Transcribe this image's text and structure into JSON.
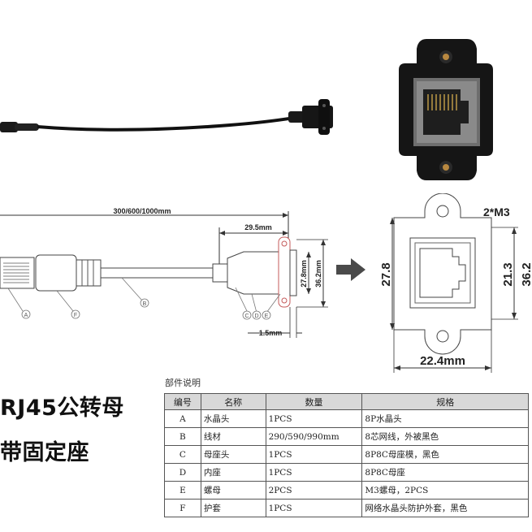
{
  "drawing": {
    "length_label": "300/600/1000mm",
    "dim_29_5": "29.5mm",
    "dim_27_8mm": "27.8mm",
    "dim_36_2mm": "36.2mm",
    "dim_1_5": "1.5mm",
    "markers": [
      "A",
      "F",
      "B",
      "C",
      "D",
      "E"
    ]
  },
  "front_view": {
    "screw_label": "2*M3",
    "dim_height_left": "27.8",
    "dim_height_right": "21.3",
    "dim_height_outer": "36.2",
    "dim_width": "22.4mm"
  },
  "product_title": {
    "line1": "RJ45公转母",
    "line2": "带固定座"
  },
  "parts_table": {
    "caption": "部件说明",
    "headers": [
      "编号",
      "名称",
      "数量",
      "规格"
    ],
    "rows": [
      {
        "id": "A",
        "name": "水晶头",
        "qty": "1PCS",
        "spec": "8P水晶头"
      },
      {
        "id": "B",
        "name": "线材",
        "qty": "290/590/990mm",
        "spec": "8芯网线，外被黑色"
      },
      {
        "id": "C",
        "name": "母座头",
        "qty": "1PCS",
        "spec": "8P8C母座模，黑色"
      },
      {
        "id": "D",
        "name": "内座",
        "qty": "1PCS",
        "spec": "8P8C母座"
      },
      {
        "id": "E",
        "name": "螺母",
        "qty": "2PCS",
        "spec": "M3螺母，2PCS"
      },
      {
        "id": "F",
        "name": "护套",
        "qty": "1PCS",
        "spec": "网络水晶头防护外套，黑色"
      }
    ]
  }
}
